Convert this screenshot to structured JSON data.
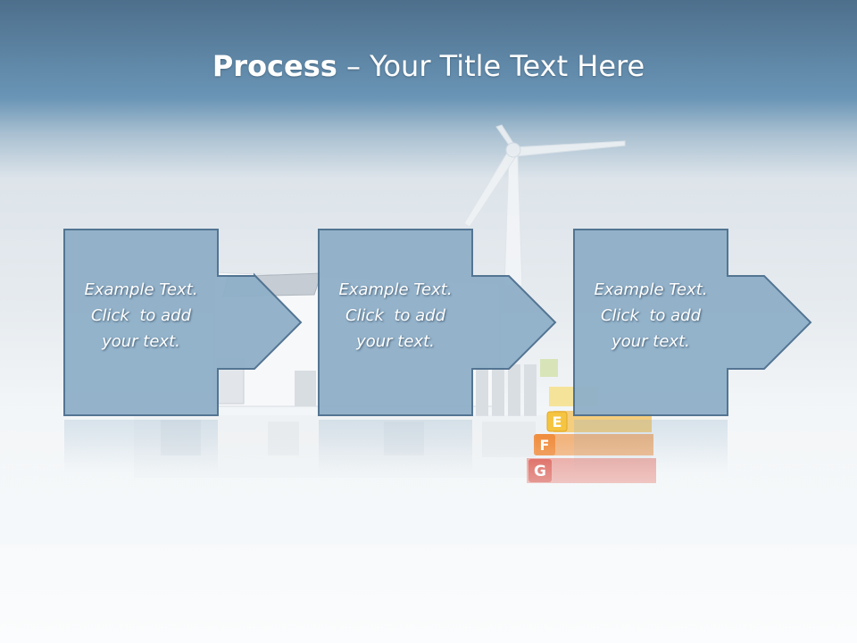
{
  "slide": {
    "title_bold": "Process",
    "title_rest": " – Your Title Text Here"
  },
  "energy_labels": [
    "E",
    "F",
    "G"
  ],
  "steps": [
    {
      "line1": "Example Text.",
      "line2": "Click  to add",
      "line3": "your text."
    },
    {
      "line1": "Example Text.",
      "line2": "Click  to add",
      "line3": "your text."
    },
    {
      "line1": "Example Text.",
      "line2": "Click  to add",
      "line3": "your text."
    }
  ],
  "colors": {
    "header": "#5f88a9",
    "box_fill": "#8fb0c9",
    "box_stroke": "#4c6f8e",
    "label_e": "#f5c542",
    "label_f": "#f08a3a",
    "label_g": "#d8473b"
  }
}
